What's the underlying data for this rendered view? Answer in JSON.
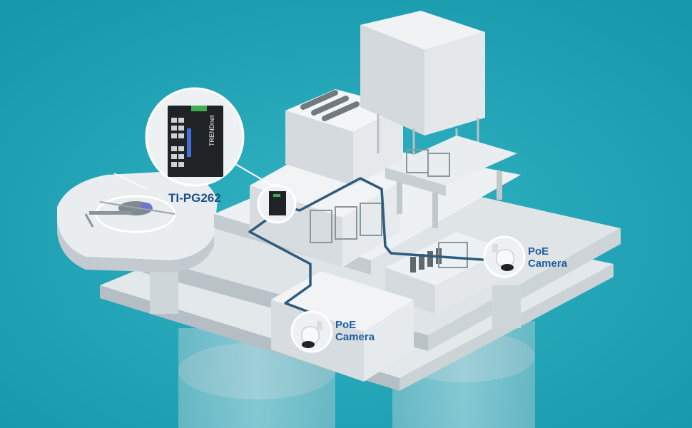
{
  "device": {
    "model_label": "TI-PG262",
    "brand_text": "TRENDnet",
    "icon": "industrial-poe-switch-icon"
  },
  "cameras": [
    {
      "line1": "PoE",
      "line2": "Camera",
      "icon": "bullet-camera-icon"
    },
    {
      "line1": "PoE",
      "line2": "Camera",
      "icon": "bullet-camera-icon"
    }
  ],
  "colors": {
    "sea": "#1fa1b3",
    "structure": "#e6eaec",
    "structure_shadow": "#c9d0d4",
    "cable": "#2f5b7d",
    "label": "#1f5f9c"
  }
}
